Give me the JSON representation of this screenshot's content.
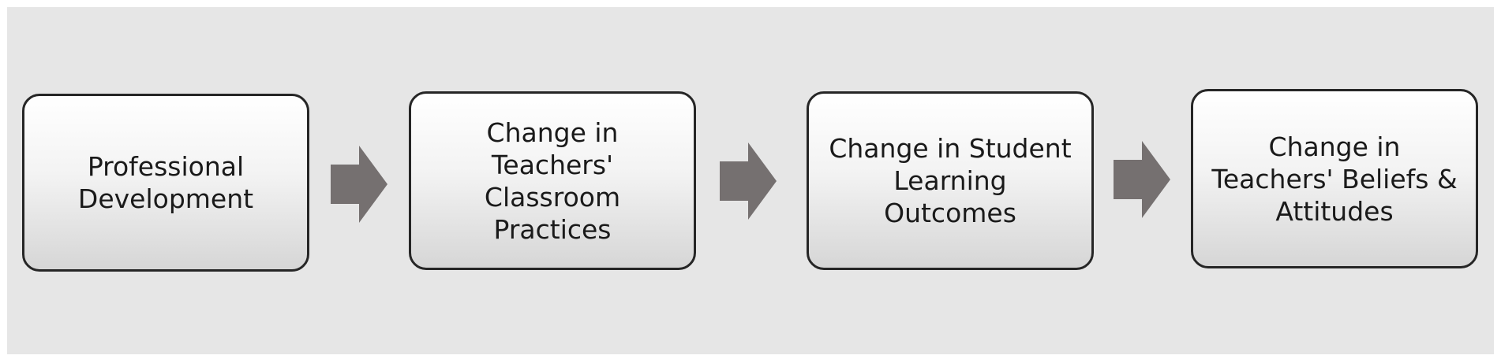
{
  "boxes": [
    {
      "label": "Professional\nDevelopment"
    },
    {
      "label": "Change in\nTeachers'\nClassroom\nPractices"
    },
    {
      "label": "Change in Student\nLearning\nOutcomes"
    },
    {
      "label": "Change in\nTeachers' Beliefs &\nAttitudes"
    }
  ],
  "colors": {
    "background": "#e6e6e6",
    "box_border": "#262626",
    "arrow": "#757070",
    "text": "#1a1a1a"
  },
  "icons": [
    "right-arrow-icon",
    "right-arrow-icon",
    "right-arrow-icon"
  ]
}
